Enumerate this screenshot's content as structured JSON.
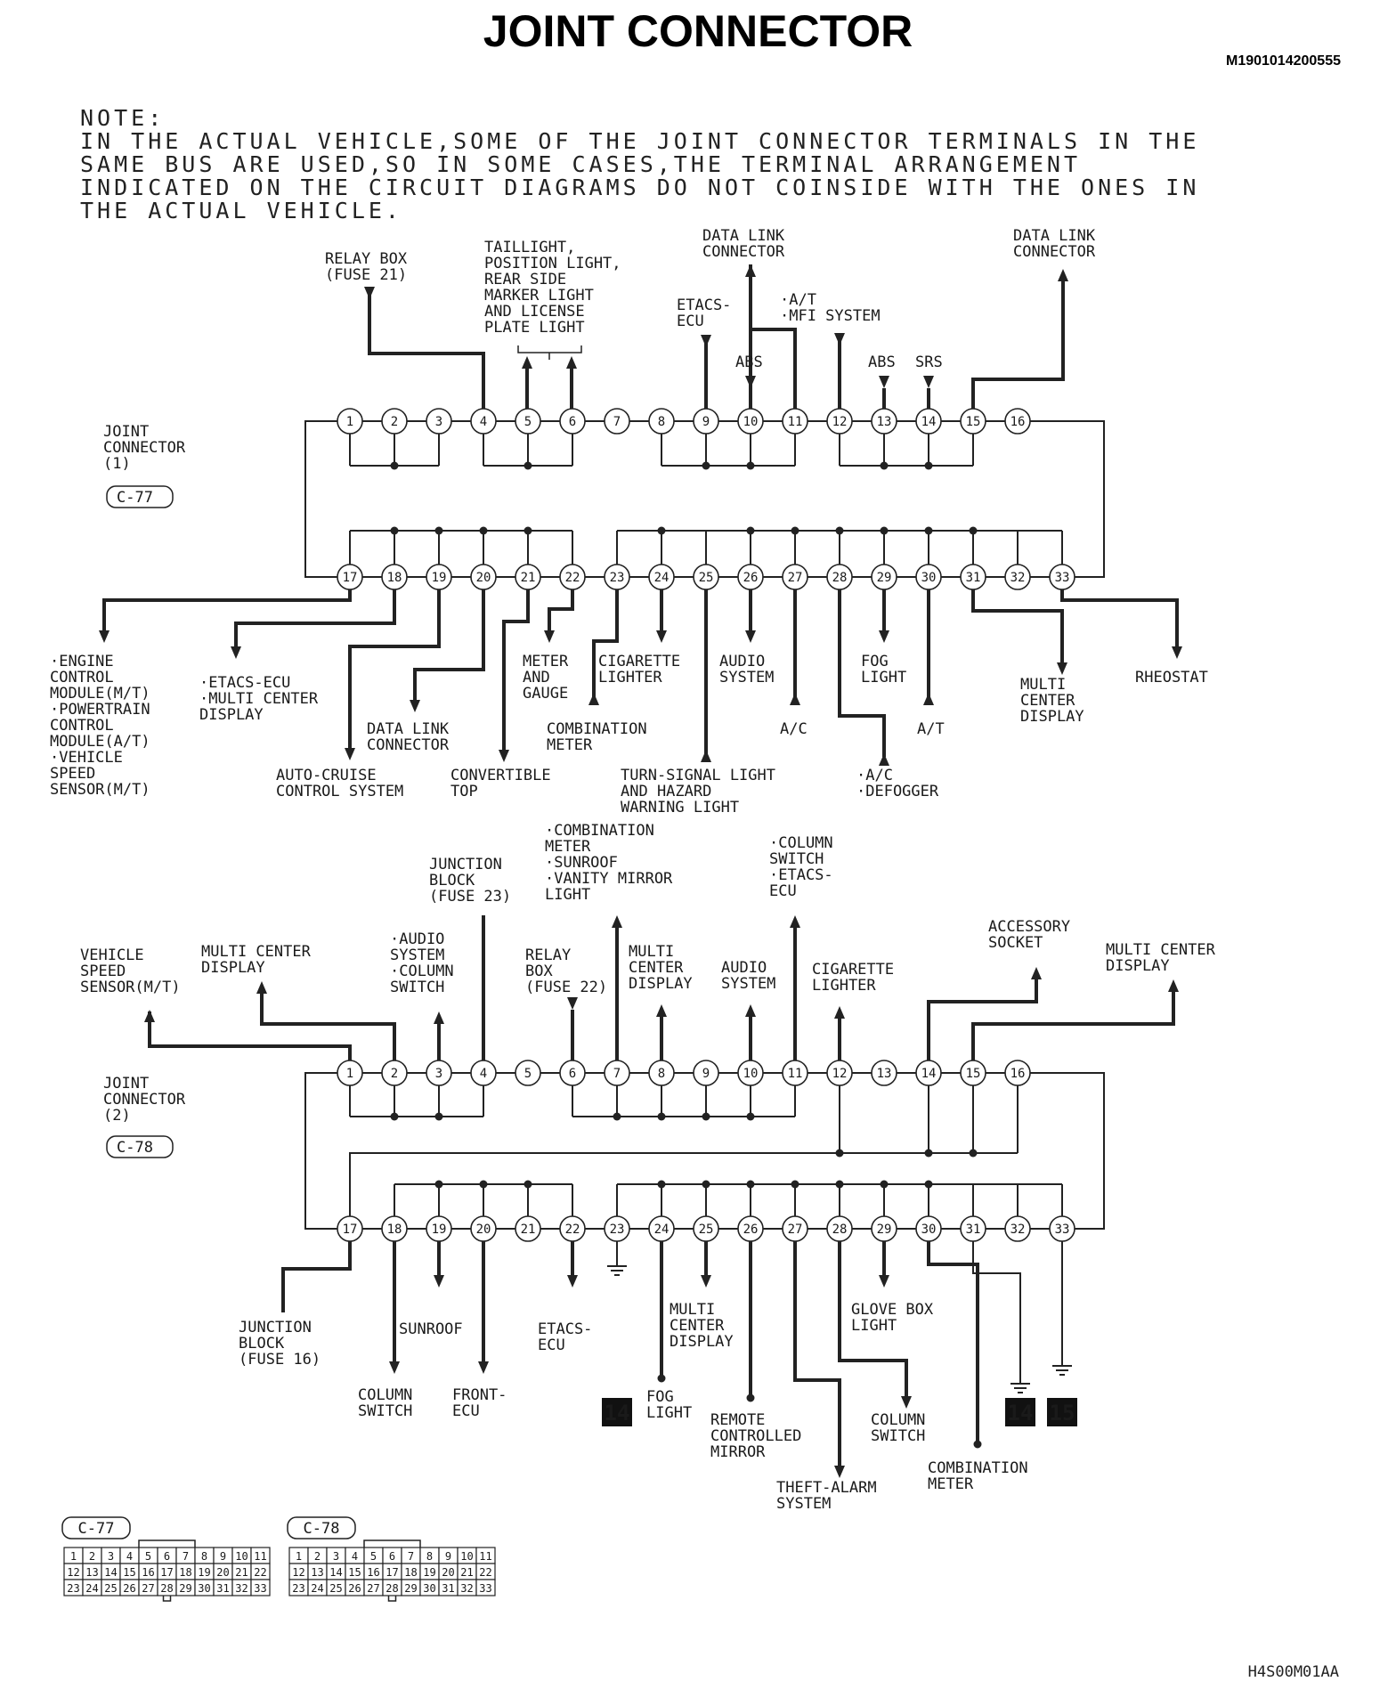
{
  "title": "JOINT CONNECTOR",
  "doc_id": "M1901014200555",
  "note": {
    "lines": [
      "NOTE:",
      "IN THE ACTUAL VEHICLE,SOME OF THE JOINT CONNECTOR TERMINALS IN THE",
      "SAME BUS ARE USED,SO IN SOME CASES,THE TERMINAL ARRANGEMENT",
      "INDICATED ON THE CIRCUIT DIAGRAMS DO NOT COINSIDE WITH THE ONES IN",
      "THE ACTUAL VEHICLE."
    ]
  },
  "connector1": {
    "name_lines": [
      "JOINT",
      "CONNECTOR",
      "(1)"
    ],
    "code": "C-77",
    "labels": {
      "relay_box": [
        "RELAY BOX",
        "(FUSE 21)"
      ],
      "taillight": [
        "TAILLIGHT,",
        "POSITION LIGHT,",
        "REAR SIDE",
        "MARKER LIGHT",
        "AND LICENSE",
        "PLATE LIGHT"
      ],
      "data_link_a": [
        "DATA LINK",
        "CONNECTOR"
      ],
      "etacs_ecu": [
        "ETACS-",
        "ECU"
      ],
      "at_mfi": [
        "·A/T",
        "·MFI SYSTEM"
      ],
      "abs_a": "ABS",
      "abs_b": "ABS",
      "srs": "SRS",
      "data_link_b": [
        "DATA LINK",
        "CONNECTOR"
      ],
      "engine": [
        "·ENGINE",
        "CONTROL",
        "MODULE(M/T)",
        "·POWERTRAIN",
        "CONTROL",
        "MODULE(A/T)",
        "·VEHICLE",
        "SPEED",
        "SENSOR(M/T)"
      ],
      "etacs_multi": [
        "·ETACS-ECU",
        "·MULTI CENTER",
        "DISPLAY"
      ],
      "auto_cruise": [
        "AUTO-CRUISE",
        "CONTROL SYSTEM"
      ],
      "data_link_c": [
        "DATA LINK",
        "CONNECTOR"
      ],
      "convertible": [
        "CONVERTIBLE",
        "TOP"
      ],
      "meter_gauge": [
        "METER",
        "AND",
        "GAUGE"
      ],
      "cigarette": [
        "CIGARETTE",
        "LIGHTER"
      ],
      "combination_meter": [
        "COMBINATION",
        "METER"
      ],
      "audio": [
        "AUDIO",
        "SYSTEM"
      ],
      "turn_signal": [
        "TURN-SIGNAL LIGHT",
        "AND HAZARD",
        "WARNING LIGHT"
      ],
      "ac": "A/C",
      "fog": [
        "FOG",
        "LIGHT"
      ],
      "ac_defogger": [
        "·A/C",
        "·DEFOGGER"
      ],
      "at": "A/T",
      "multi_center": [
        "MULTI",
        "CENTER",
        "DISPLAY"
      ],
      "rheostat": "RHEOSTAT"
    }
  },
  "connector2": {
    "name_lines": [
      "JOINT",
      "CONNECTOR",
      "(2)"
    ],
    "code": "C-78",
    "labels": {
      "vehicle_speed": [
        "VEHICLE",
        "SPEED",
        "SENSOR(M/T)"
      ],
      "multi_center_a": [
        "MULTI CENTER",
        "DISPLAY"
      ],
      "audio_column": [
        "·AUDIO",
        "SYSTEM",
        "·COLUMN",
        "SWITCH"
      ],
      "junction_block": [
        "JUNCTION",
        "BLOCK",
        "(FUSE 23)"
      ],
      "combination_sunroof": [
        "·COMBINATION",
        "METER",
        "·SUNROOF",
        "·VANITY MIRROR",
        "LIGHT"
      ],
      "relay_box": [
        "RELAY",
        "BOX",
        "(FUSE 22)"
      ],
      "multi_center_b": [
        "MULTI",
        "CENTER",
        "DISPLAY"
      ],
      "audio": [
        "AUDIO",
        "SYSTEM"
      ],
      "column_etacs": [
        "·COLUMN",
        "SWITCH",
        "·ETACS-",
        "ECU"
      ],
      "cigarette": [
        "CIGARETTE",
        "LIGHTER"
      ],
      "accessory": [
        "ACCESSORY",
        "SOCKET"
      ],
      "multi_center_c": [
        "MULTI CENTER",
        "DISPLAY"
      ],
      "junction_block_16": [
        "JUNCTION",
        "BLOCK",
        "(FUSE 16)"
      ],
      "column_switch_a": [
        "COLUMN",
        "SWITCH"
      ],
      "sunroof": "SUNROOF",
      "front_ecu": [
        "FRONT-",
        "ECU"
      ],
      "etacs_ecu": [
        "ETACS-",
        "ECU"
      ],
      "fog": [
        "FOG",
        "LIGHT"
      ],
      "multi_center_d": [
        "MULTI",
        "CENTER",
        "DISPLAY"
      ],
      "remote_mirror": [
        "REMOTE",
        "CONTROLLED",
        "MIRROR"
      ],
      "theft_alarm": [
        "THEFT-ALARM",
        "SYSTEM"
      ],
      "glove_box": [
        "GLOVE BOX",
        "LIGHT"
      ],
      "column_switch_b": [
        "COLUMN",
        "SWITCH"
      ],
      "combination_meter": [
        "COMBINATION",
        "METER"
      ]
    }
  },
  "pins": [
    "1",
    "2",
    "3",
    "4",
    "5",
    "6",
    "7",
    "8",
    "9",
    "10",
    "11",
    "12",
    "13",
    "14",
    "15",
    "16",
    "17",
    "18",
    "19",
    "20",
    "21",
    "22",
    "23",
    "24",
    "25",
    "26",
    "27",
    "28",
    "29",
    "30",
    "31",
    "32",
    "33"
  ],
  "grounds": [
    "14",
    "14",
    "15"
  ],
  "connector_views": [
    {
      "code": "C-77",
      "rows": [
        [
          "1",
          "2",
          "3",
          "4",
          "5",
          "6",
          "7",
          "8",
          "9",
          "10",
          "11"
        ],
        [
          "12",
          "13",
          "14",
          "15",
          "16",
          "17",
          "18",
          "19",
          "20",
          "21",
          "22"
        ],
        [
          "23",
          "24",
          "25",
          "26",
          "27",
          "28",
          "29",
          "30",
          "31",
          "32",
          "33"
        ]
      ]
    },
    {
      "code": "C-78",
      "rows": [
        [
          "1",
          "2",
          "3",
          "4",
          "5",
          "6",
          "7",
          "8",
          "9",
          "10",
          "11"
        ],
        [
          "12",
          "13",
          "14",
          "15",
          "16",
          "17",
          "18",
          "19",
          "20",
          "21",
          "22"
        ],
        [
          "23",
          "24",
          "25",
          "26",
          "27",
          "28",
          "29",
          "30",
          "31",
          "32",
          "33"
        ]
      ]
    }
  ],
  "footer_code": "H4S00M01AA"
}
